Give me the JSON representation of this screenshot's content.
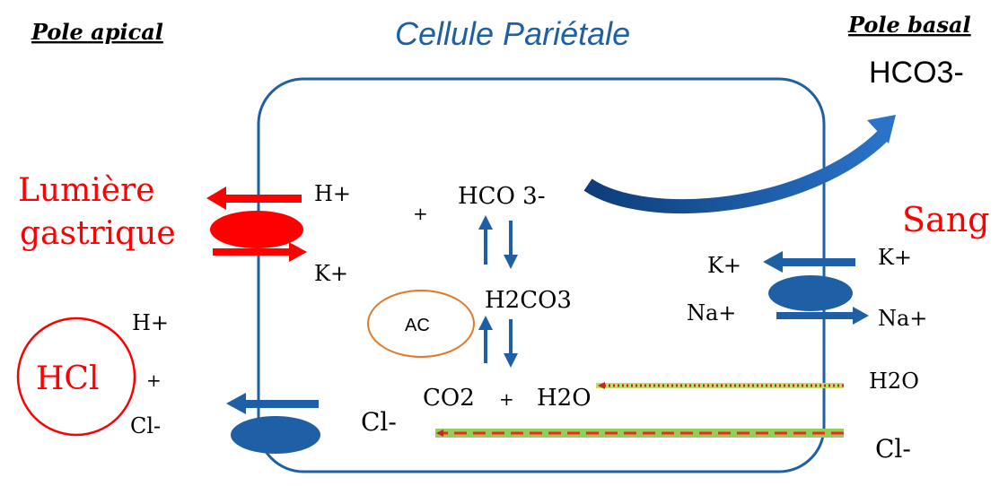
{
  "title": "Cellule Pariétale",
  "pole_apical": "Pole apical",
  "pole_basal": "Pole basal",
  "lumen": {
    "line1": "Lumière",
    "line2": "gastrique"
  },
  "blood": "Sang",
  "hcl": "HCl",
  "apical_ions": {
    "h": "H+",
    "plus": "+",
    "cl": "Cl-"
  },
  "pump": {
    "h": "H+",
    "k": "K+"
  },
  "reaction": {
    "plus1": "+",
    "hco3": "HCO 3-",
    "h2co3": "H2CO3",
    "co2": "CO2",
    "plus2": "+",
    "h2o": "H2O"
  },
  "enzyme": "AC",
  "cell_cl": "Cl-",
  "basal": {
    "hco3_out": "HCO3-",
    "k_in": "K+",
    "na_out": "Na+",
    "k_out": "K+",
    "na_in": "Na+",
    "h2o": "H2O",
    "cl": "Cl-"
  },
  "colors": {
    "cell_border": "#1f5fa6",
    "red": "#ff0000",
    "blue_arrow": "#1f5fa6",
    "ac_circle": "#e07a2a",
    "green_arrow": "#8fcf5a"
  }
}
